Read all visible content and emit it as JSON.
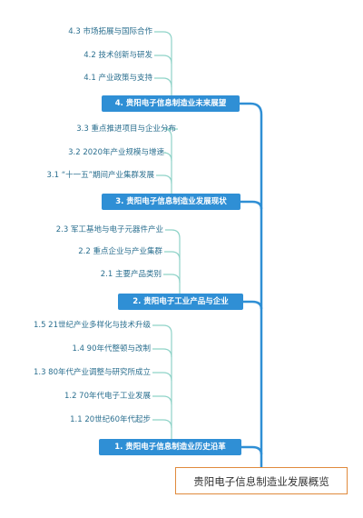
{
  "root": {
    "label": "贵阳电子信息制造业发展概览"
  },
  "branches": [
    {
      "label": "4. 贵阳电子信息制造业未来展望",
      "children": [
        "4.3 市场拓展与国际合作",
        "4.2 技术创新与研发",
        "4.1 产业政策与支持"
      ]
    },
    {
      "label": "3. 贵阳电子信息制造业发展现状",
      "children": [
        "3.3 重点推进项目与企业分布",
        "3.2 2020年产业规模与增速",
        "3.1 “十一五”期间产业集群发展"
      ]
    },
    {
      "label": "2. 贵阳电子工业产品与企业",
      "children": [
        "2.3 军工基地与电子元器件产业",
        "2.2 重点企业与产业集群",
        "2.1 主要产品类别"
      ]
    },
    {
      "label": "1. 贵阳电子信息制造业历史沿革",
      "children": [
        "1.5 21世纪产业多样化与技术升级",
        "1.4 90年代整顿与改制",
        "1.3 80年代产业调整与研究所成立",
        "1.2 70年代电子工业发展",
        "1.1 20世纪60年代起步"
      ]
    }
  ],
  "colors": {
    "branch_fill": "#2f8fd5",
    "trunk_line": "#2f8fd5",
    "leaf_line": "#8fd3c8",
    "leaf_text": "#2b6f8f",
    "root_border": "#e08a3c"
  }
}
